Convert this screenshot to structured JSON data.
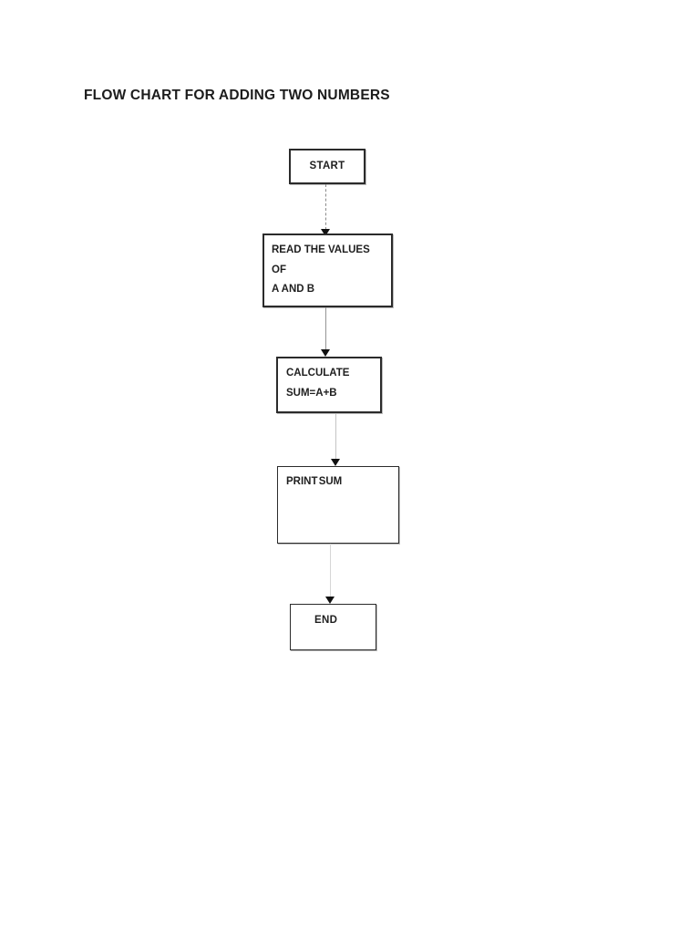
{
  "page": {
    "background_color": "#ffffff",
    "title": "FLOW CHART FOR ADDING TWO NUMBERS"
  },
  "flowchart": {
    "nodes": {
      "start": {
        "label": "START",
        "shape": "rectangle"
      },
      "read": {
        "line1": "READ THE VALUES OF",
        "line2": "A AND B",
        "shape": "rectangle"
      },
      "calculate": {
        "line1": "CALCULATE",
        "line2": "SUM=A+B",
        "shape": "rectangle"
      },
      "print": {
        "label": "PRINT SUM",
        "shape": "rectangle"
      },
      "end": {
        "label": "END",
        "shape": "rectangle"
      }
    },
    "edges": [
      {
        "from": "start",
        "to": "read",
        "style": "dashed",
        "direction": "down"
      },
      {
        "from": "read",
        "to": "calculate",
        "style": "solid",
        "direction": "down"
      },
      {
        "from": "calculate",
        "to": "print",
        "style": "solid",
        "direction": "down"
      },
      {
        "from": "print",
        "to": "end",
        "style": "solid",
        "direction": "down"
      }
    ],
    "colors": {
      "box_border": "#2b2b2b",
      "box_fill": "#ffffff",
      "text": "#1f1f1f",
      "dashed_line": "#8a8a8a",
      "solid_line": "#949494",
      "light_line": "#c4c4c4",
      "arrowhead": "#111111"
    }
  }
}
